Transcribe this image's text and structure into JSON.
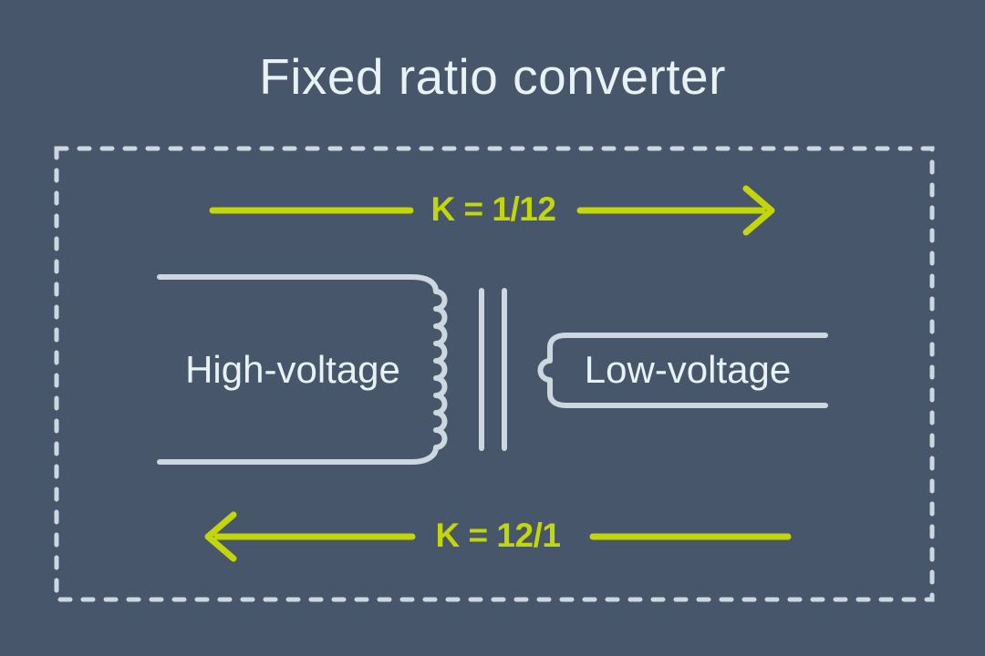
{
  "title": "Fixed ratio converter",
  "diagram": {
    "top_arrow": {
      "label": "K = 1/12",
      "direction": "right"
    },
    "bottom_arrow": {
      "label": "K = 12/1",
      "direction": "left"
    },
    "primary_winding_label": "High-voltage",
    "secondary_winding_label": "Low-voltage"
  },
  "colors": {
    "background": "#47566a",
    "line": "#ccd7e0",
    "text": "#e8f1f5",
    "accent": "#c3d60a"
  }
}
